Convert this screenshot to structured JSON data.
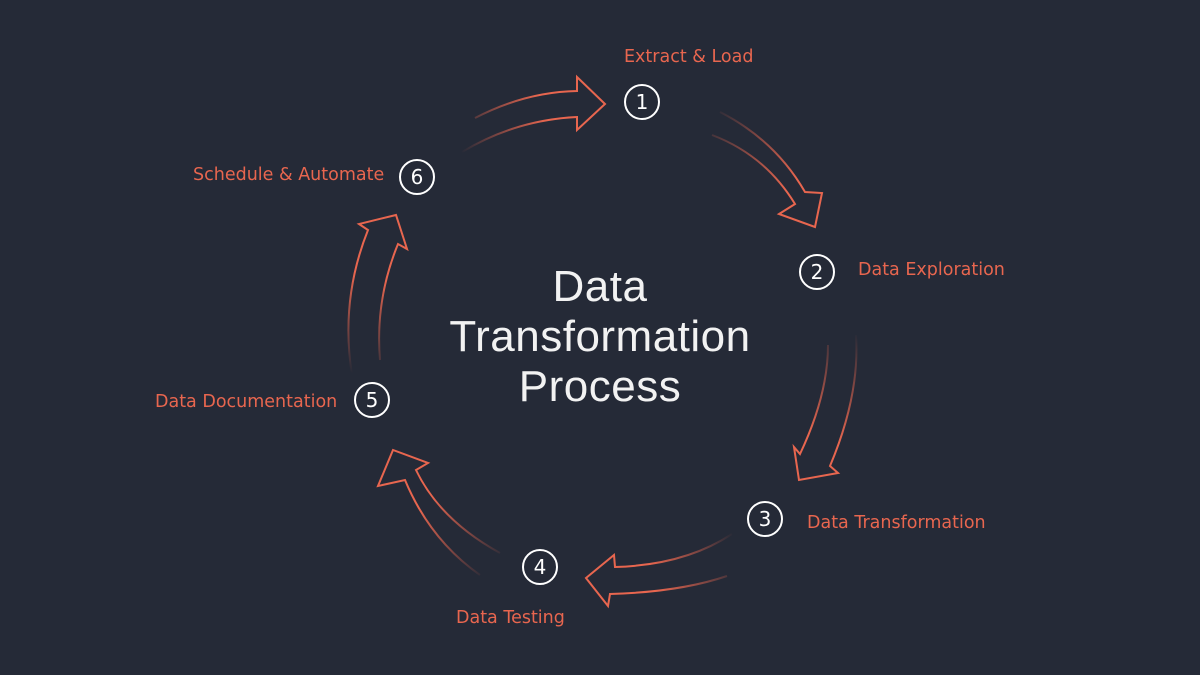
{
  "title": {
    "line1": "Data",
    "line2": "Transformation",
    "line3": "Process"
  },
  "steps": [
    {
      "number": "1",
      "label": "Extract & Load"
    },
    {
      "number": "2",
      "label": "Data Exploration"
    },
    {
      "number": "3",
      "label": "Data Transformation"
    },
    {
      "number": "4",
      "label": "Data Testing"
    },
    {
      "number": "5",
      "label": "Data Documentation"
    },
    {
      "number": "6",
      "label": "Schedule & Automate"
    }
  ],
  "colors": {
    "background": "#252a37",
    "accent": "#e8664f",
    "node_border": "#ffffff",
    "title_text": "#f2f2f2"
  }
}
